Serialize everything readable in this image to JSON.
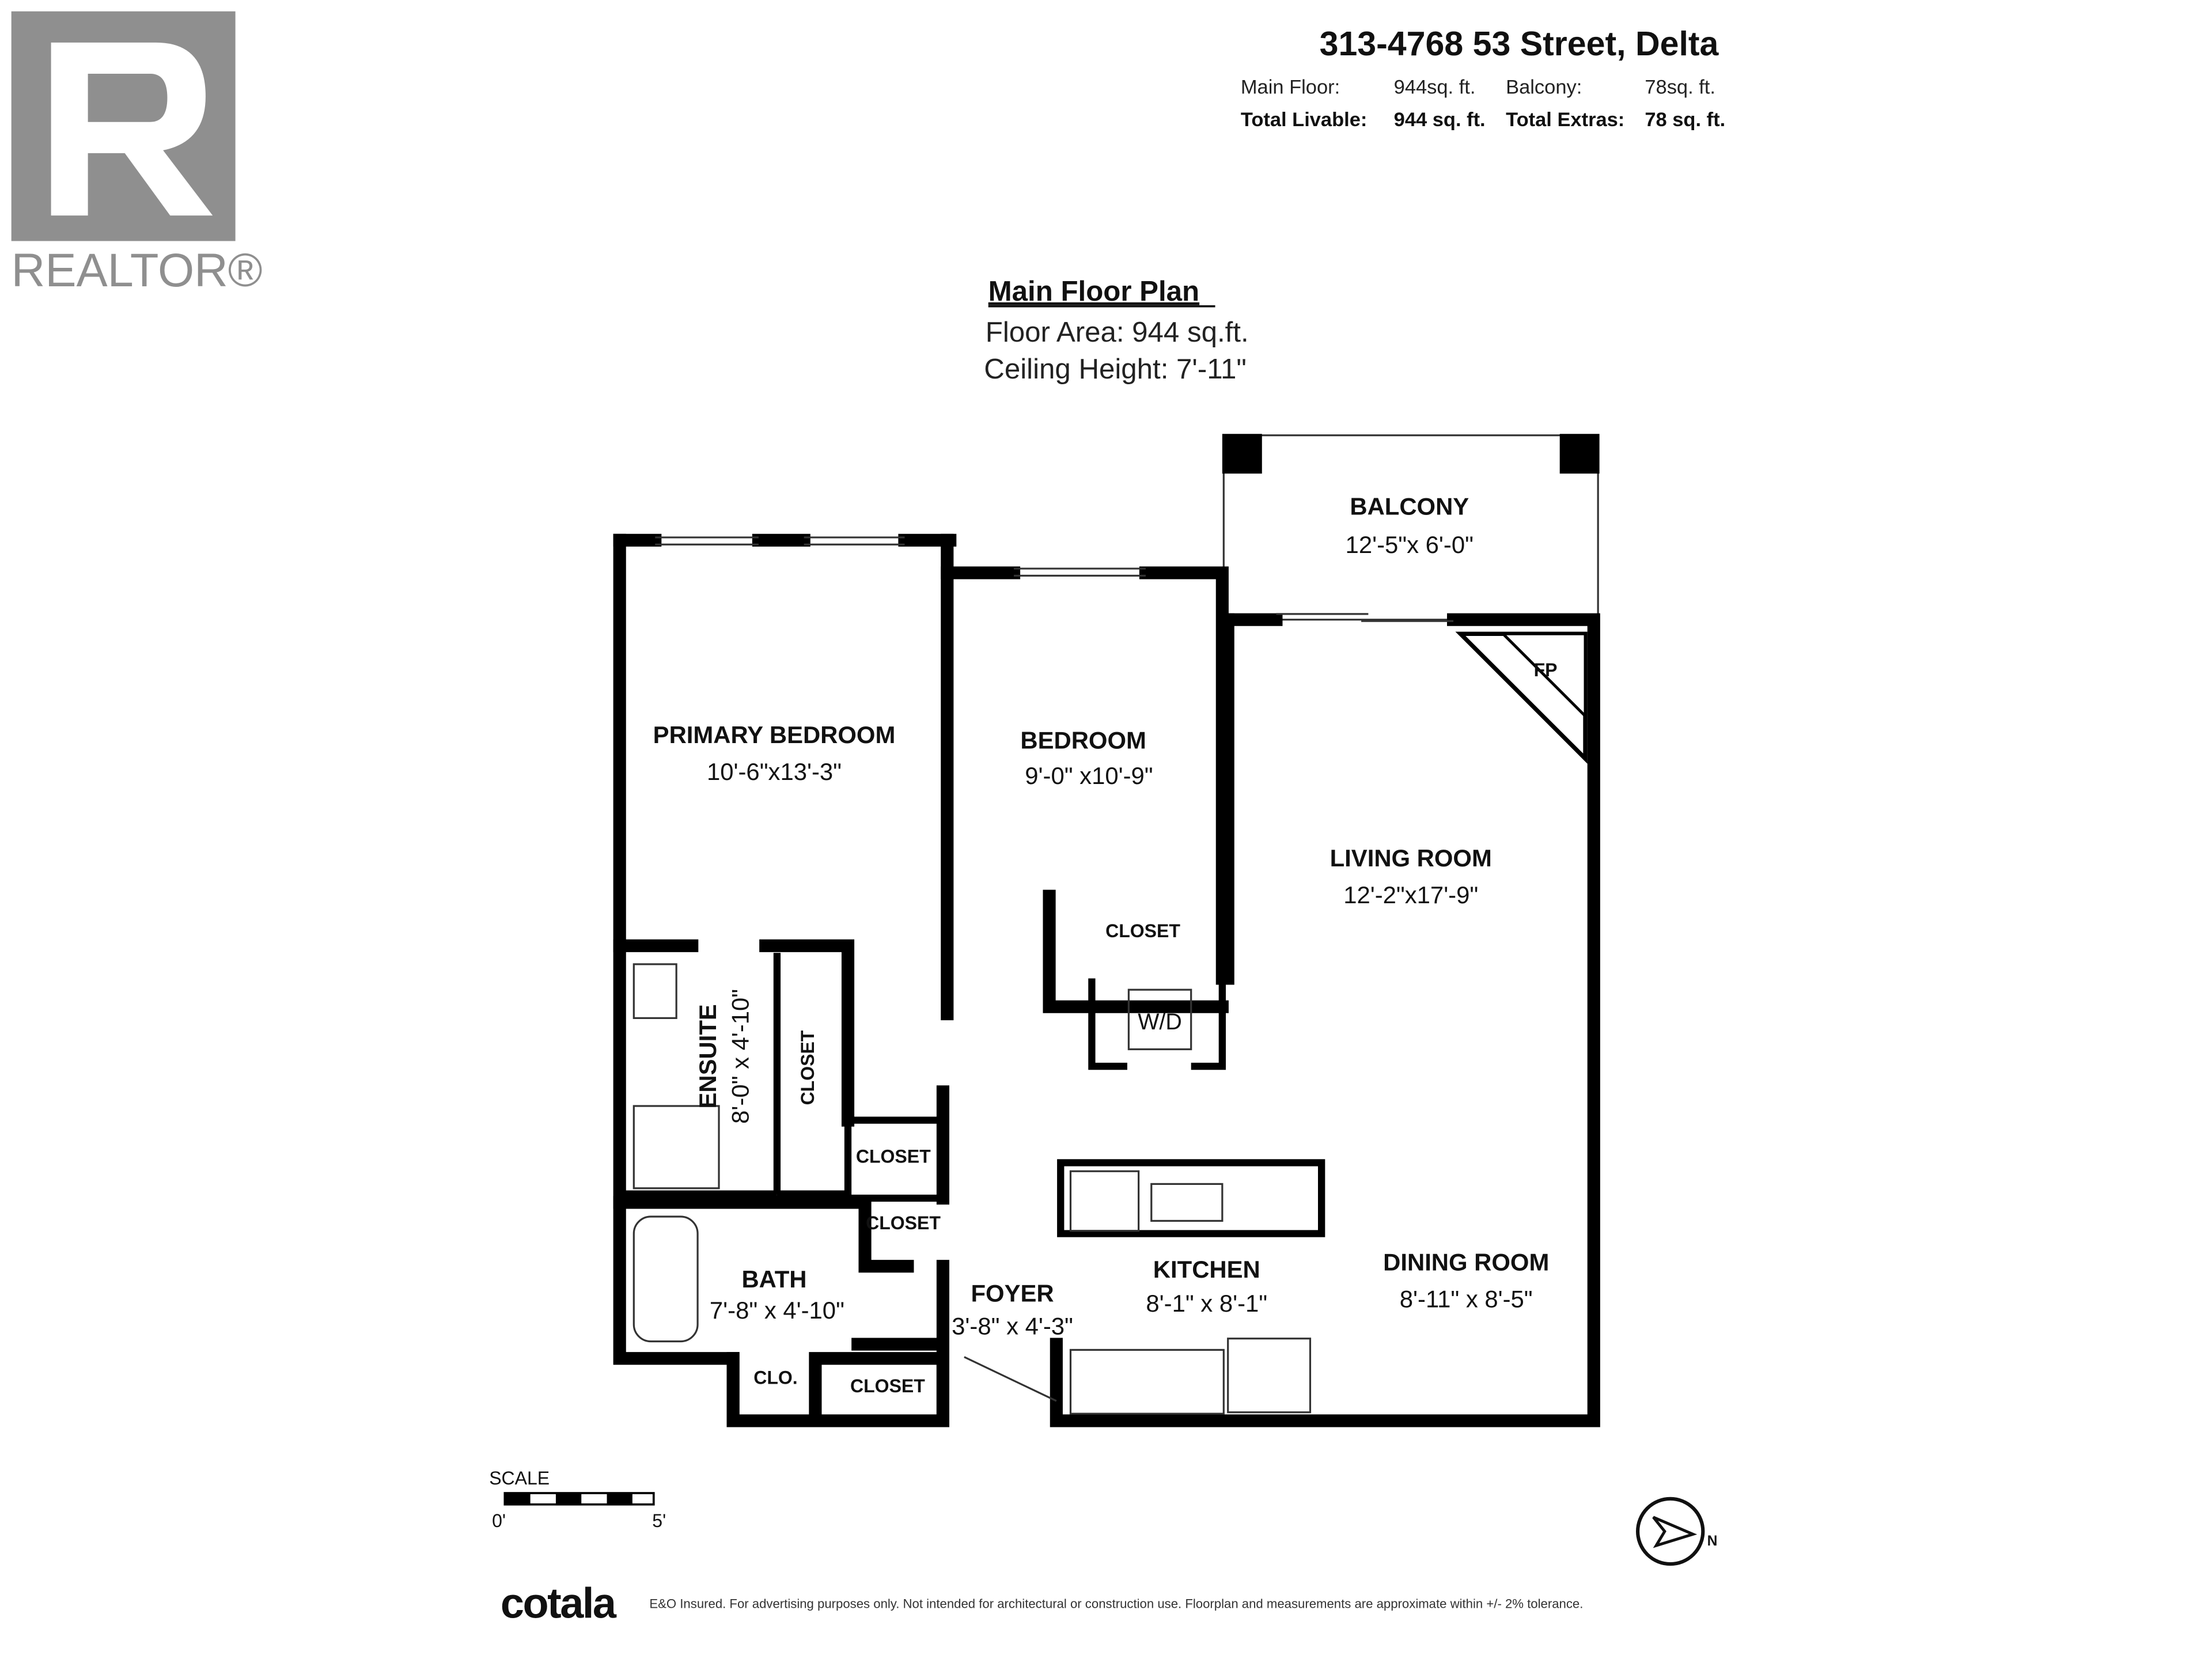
{
  "header": {
    "address": "313-4768 53 Street, Delta",
    "main_floor_label": "Main Floor:",
    "main_floor_value": "944sq. ft.",
    "balcony_label": "Balcony:",
    "balcony_value": "78sq. ft.",
    "total_livable_label": "Total Livable:",
    "total_livable_value": "944 sq. ft.",
    "total_extras_label": "Total Extras:",
    "total_extras_value": "78 sq. ft."
  },
  "logo": {
    "text": "REALTOR®"
  },
  "plan": {
    "title": "Main Floor Plan",
    "floor_area": "Floor Area: 944 sq.ft.",
    "ceiling_height": "Ceiling Height: 7'-11\""
  },
  "rooms": {
    "balcony": {
      "name": "BALCONY",
      "dim": "12'-5\"x 6'-0\""
    },
    "fireplace": {
      "name": "FP"
    },
    "primary_bedroom": {
      "name": "PRIMARY BEDROOM",
      "dim": "10'-6\"x13'-3\""
    },
    "bedroom": {
      "name": "BEDROOM",
      "dim": "9'-0\" x10'-9\""
    },
    "living_room": {
      "name": "LIVING ROOM",
      "dim": "12'-2\"x17'-9\""
    },
    "bedroom_closet": {
      "name": "CLOSET"
    },
    "laundry": {
      "name": "W/D"
    },
    "ensuite": {
      "name": "ENSUITE",
      "dim": "8'-0\" x 4'-10\""
    },
    "walk_closet": {
      "name": "CLOSET"
    },
    "hall_closet": {
      "name": "CLOSET"
    },
    "bath_closet": {
      "name": "CLOSET"
    },
    "bath": {
      "name": "BATH",
      "dim": "7'-8\" x 4'-10\""
    },
    "foyer": {
      "name": "FOYER",
      "dim": "3'-8\" x 4'-3\""
    },
    "kitchen": {
      "name": "KITCHEN",
      "dim": "8'-1\" x 8'-1\""
    },
    "dining_room": {
      "name": "DINING ROOM",
      "dim": "8'-11\" x 8'-5\""
    },
    "clo": {
      "name": "CLO."
    },
    "foyer_closet": {
      "name": "CLOSET"
    }
  },
  "scale": {
    "label": "SCALE",
    "start": "0'",
    "end": "5'"
  },
  "footer": {
    "brand": "cotala",
    "disclaimer": "E&O Insured. For advertising purposes only. Not intended for architectural or construction use. Floorplan and measurements are approximate within +/- 2% tolerance."
  },
  "compass": {
    "icon": "north-arrow-icon",
    "letter": "N"
  }
}
